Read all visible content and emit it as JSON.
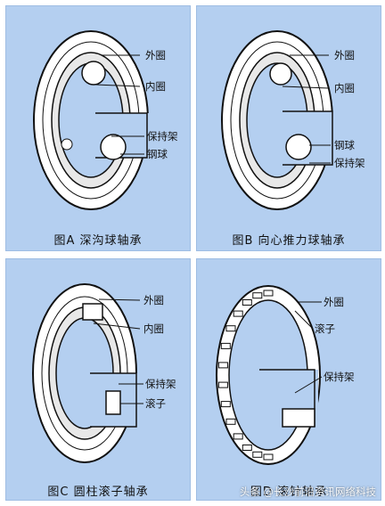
{
  "panels": {
    "a": {
      "caption": "图A  深沟球轴承",
      "labels": [
        "外圈",
        "内圈",
        "保持架",
        "钢球"
      ]
    },
    "b": {
      "caption": "图B  向心推力球轴承",
      "labels": [
        "外圈",
        "内圈",
        "钢球",
        "保持架"
      ]
    },
    "c": {
      "caption": "图C  圆柱滚子轴承",
      "labels": [
        "外圈",
        "内圈",
        "保持架",
        "滚子"
      ]
    },
    "d": {
      "caption": "图D  滚针轴承",
      "labels": [
        "外圈",
        "滚子",
        "保持架"
      ]
    }
  },
  "watermark": "头条 @长沙前沿资讯网络科技",
  "colors": {
    "panel_bg": "#b4cff0",
    "line": "#111111"
  }
}
